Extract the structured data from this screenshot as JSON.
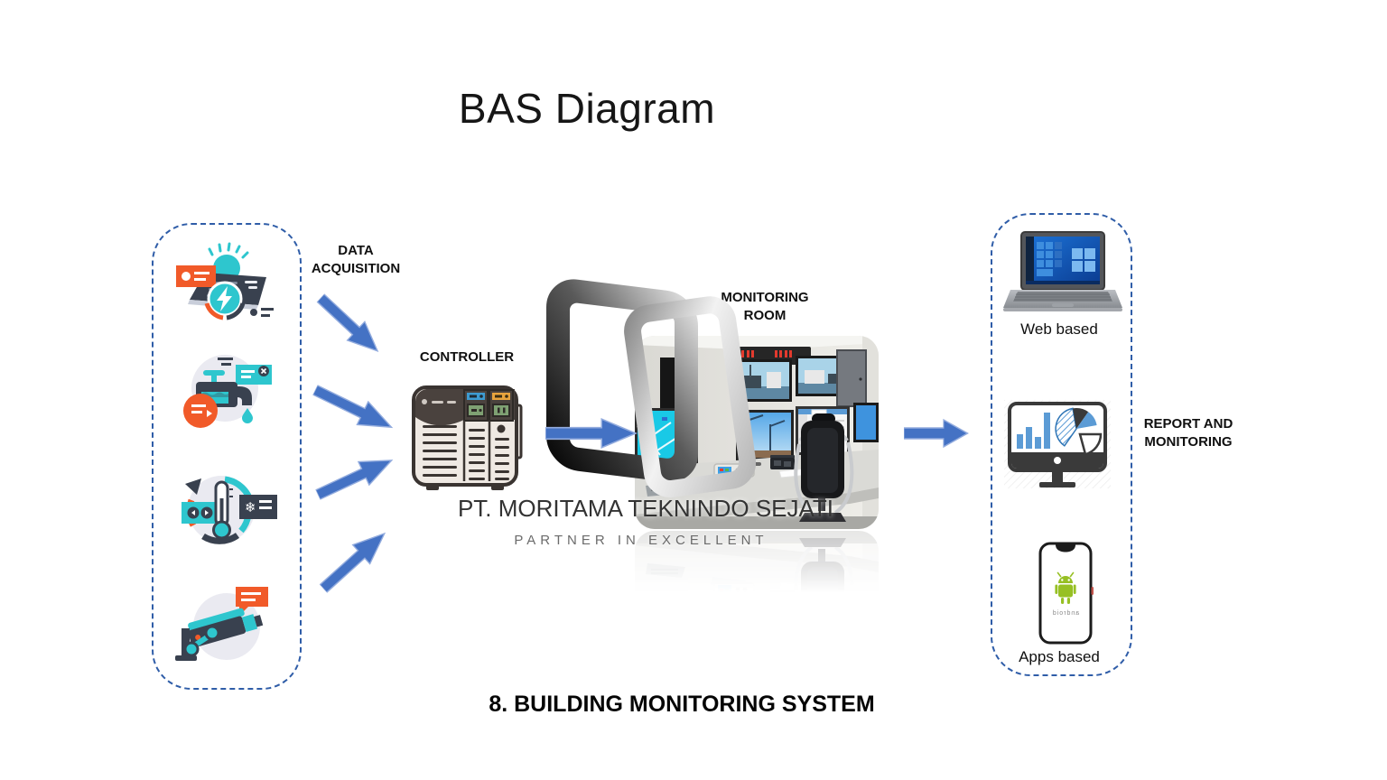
{
  "slide": {
    "title": "BAS Diagram",
    "footer": "8. BUILDING MONITORING SYSTEM"
  },
  "flow": {
    "data_acquisition_label": "DATA ACQUISITION",
    "controller_label": "CONTROLLER",
    "monitoring_room_label": "MONITORING ROOM",
    "report_label": "REPORT AND MONITORING"
  },
  "outputs": {
    "web_label": "Web based",
    "apps_label": "Apps based",
    "android_text": "android"
  },
  "watermark": {
    "company": "PT. MORITAMA TEKNINDO SEJATI",
    "tagline": "PARTNER IN EXCELLENT"
  },
  "icons": {
    "sensor_icons": [
      "solar-power-sensor-icon",
      "water-flow-sensor-icon",
      "temperature-sensor-icon",
      "cctv-camera-icon"
    ],
    "controller_icon": "plc-controller-icon",
    "watermark_icon": "moritama-logo-icon",
    "web_icon": "laptop-windows-icon",
    "report_icon": "charts-monitor-icon",
    "apps_icon": "android-phone-icon"
  },
  "colors": {
    "arrow_blue": "#4472C4",
    "dashed_border_blue": "#2F5DA8",
    "icon_teal": "#2EC6CE",
    "icon_navy": "#39414F",
    "icon_orange": "#F15A29",
    "chart_blue": "#5B9BD5",
    "android_green": "#97C024"
  }
}
